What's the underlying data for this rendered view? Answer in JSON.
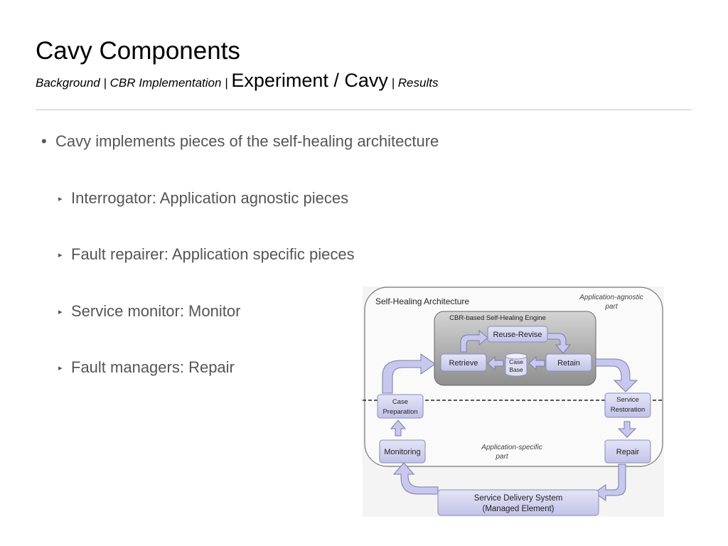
{
  "slide": {
    "title": "Cavy Components",
    "breadcrumb": {
      "background": "Background",
      "sep1": " | ",
      "cbr": "CBR Implementation",
      "sep2": " | ",
      "current": "Experiment / Cavy",
      "sep3": " | ",
      "results": "Results"
    }
  },
  "bullets": {
    "main": "Cavy implements pieces of the self-healing architecture",
    "sub": [
      "Interrogator: Application agnostic pieces",
      "Fault repairer: Application specific pieces",
      "Service monitor: Monitor",
      "Fault managers: Repair"
    ]
  },
  "diagram": {
    "title": "Self-Healing Architecture",
    "agnostic_label": [
      "Application-agnostic",
      "part"
    ],
    "specific_label": [
      "Application-specific",
      "part"
    ],
    "engine_label": "CBR-based Self-Healing Engine",
    "reuse_revise": "Reuse-Revise",
    "retrieve": "Retrieve",
    "case_base": [
      "Case",
      "Base"
    ],
    "retain": "Retain",
    "case_preparation": [
      "Case",
      "Preparation"
    ],
    "service_restoration": [
      "Service",
      "Restoration"
    ],
    "monitoring": "Monitoring",
    "repair": "Repair",
    "service_delivery": [
      "Service Delivery System",
      "(Managed Element)"
    ],
    "colors": {
      "box_fill": "#d3d3f0",
      "box_stroke": "#8a8ab8",
      "engine_fill": "#a9a9a9",
      "arrow_fill": "#c8c8ee",
      "arrow_stroke": "#7a7aaa"
    }
  }
}
